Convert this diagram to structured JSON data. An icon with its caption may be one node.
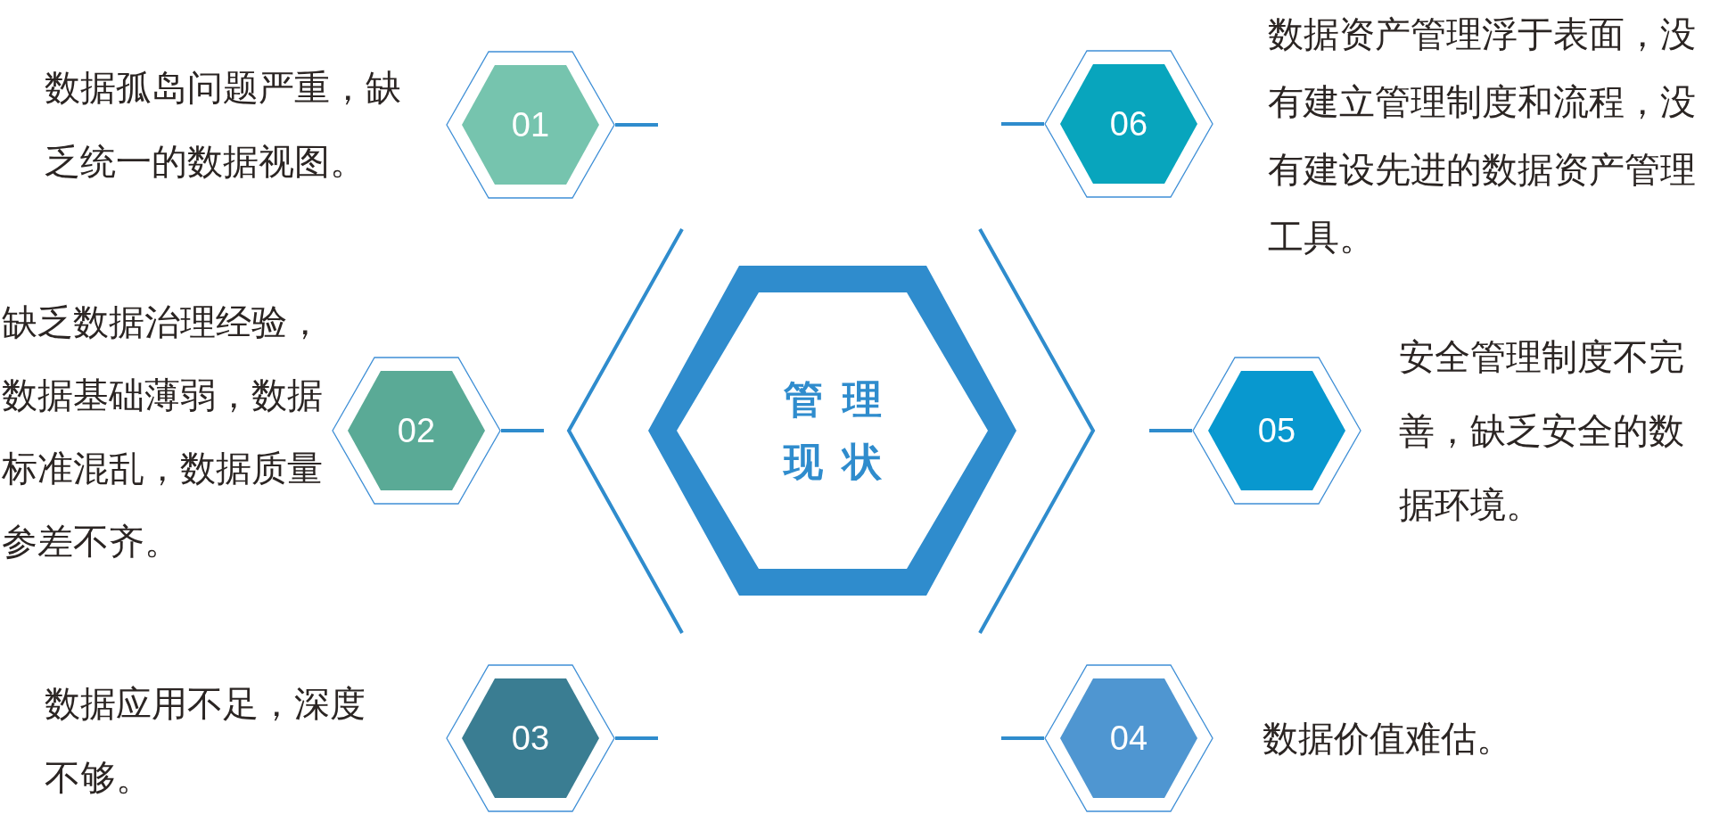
{
  "diagram": {
    "nodes": [
      {
        "text": [
          "管理现状"
        ]
      },
      {
        "text": [
          "01"
        ],
        "beside": [
          "数据孤岛问题严重，缺乏统一的数据视图。"
        ]
      },
      {
        "text": [
          "02"
        ],
        "beside": [
          "缺乏数据治理经验，数据基础薄弱，数据标准混乱，数据质量参差不齐。"
        ]
      },
      {
        "text": [
          "03"
        ],
        "beside": [
          "数据应用不足，深度不够。"
        ]
      },
      {
        "text": [
          "04"
        ],
        "beside": [
          "数据价值难估。"
        ]
      },
      {
        "text": [
          "05"
        ],
        "beside": [
          "安全管理制度不完善，缺乏安全的数据环境。"
        ]
      },
      {
        "text": [
          "06"
        ],
        "beside": [
          "数据资产管理浮于表面，没有建立管理制度和流程，没有建设先进的数据资产管理工具。"
        ]
      }
    ],
    "edges": [
      {
        "from": 1,
        "to": null,
        "arrow": "none"
      },
      {
        "from": 2,
        "to": null,
        "arrow": "none"
      },
      {
        "from": 3,
        "to": null,
        "arrow": "none"
      },
      {
        "from": 4,
        "to": null,
        "arrow": "none"
      },
      {
        "from": 5,
        "to": null,
        "arrow": "none"
      },
      {
        "from": 6,
        "to": null,
        "arrow": "none"
      }
    ]
  }
}
